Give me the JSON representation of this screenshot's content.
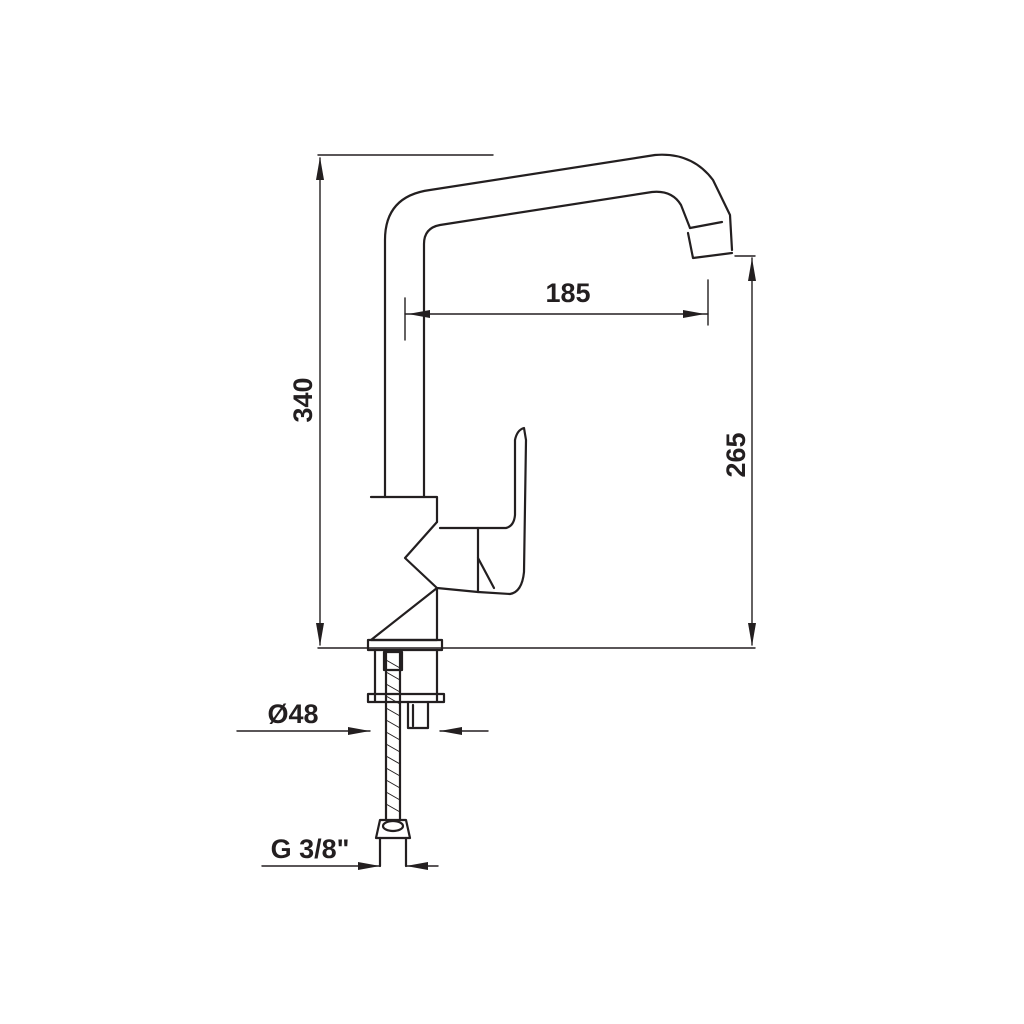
{
  "dimensions": {
    "height_total": "340",
    "spout_reach": "185",
    "spout_height": "265",
    "diameter": "Ø48",
    "connection": "G 3/8\""
  }
}
